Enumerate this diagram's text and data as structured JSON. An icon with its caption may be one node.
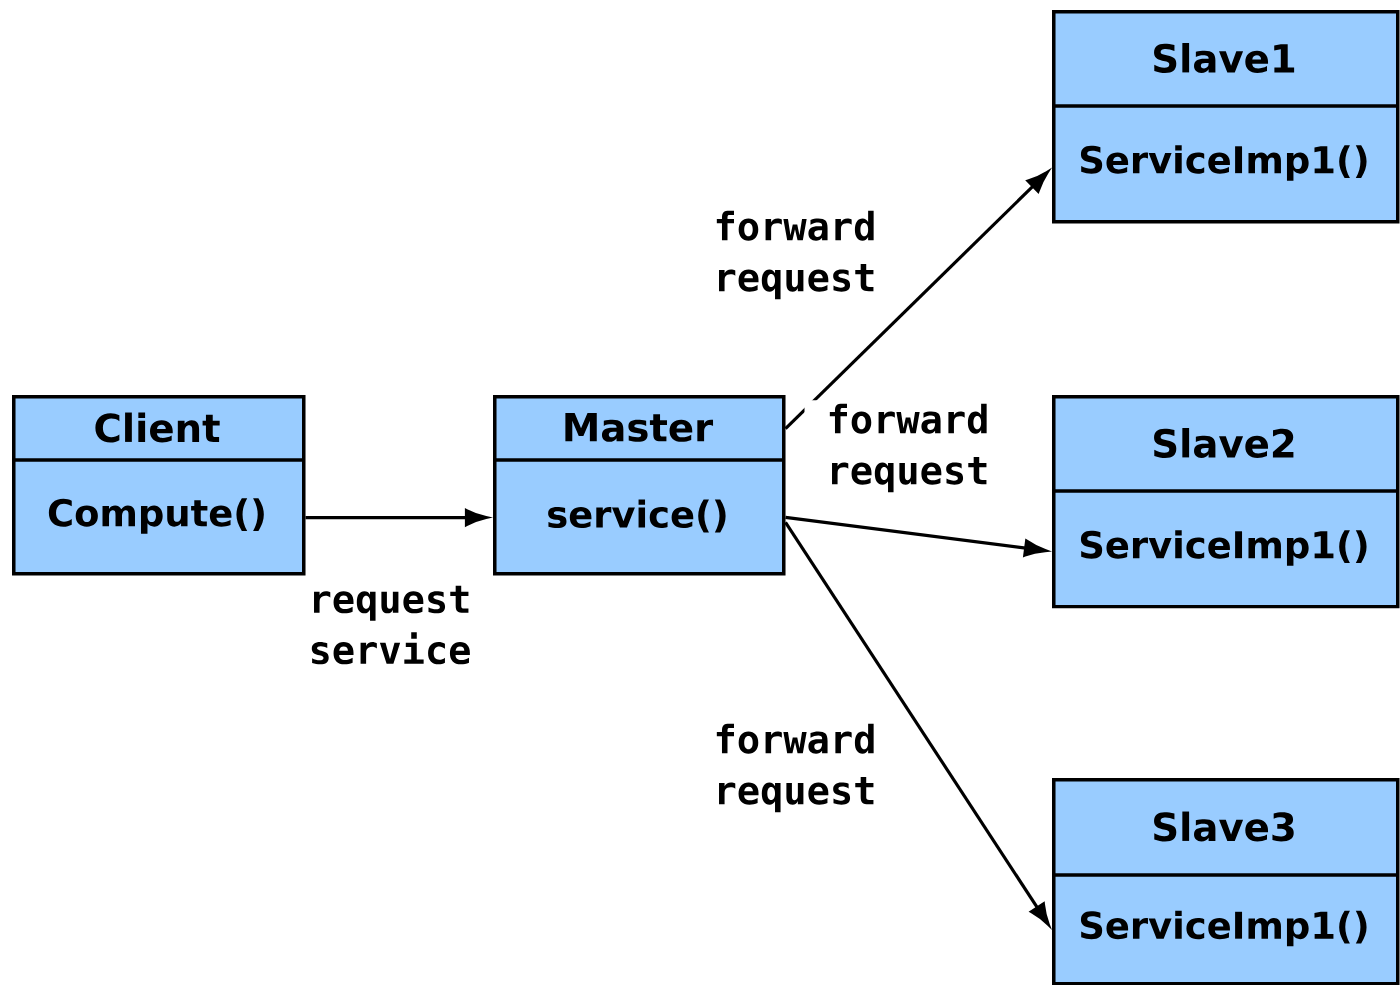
{
  "diagram": {
    "nodes": [
      {
        "text": [
          "Client",
          "Compute()"
        ]
      },
      {
        "text": [
          "Master",
          "service()"
        ]
      },
      {
        "text": [
          "Slave1",
          "ServiceImp1()"
        ]
      },
      {
        "text": [
          "Slave2",
          "ServiceImp1()"
        ]
      },
      {
        "text": [
          "Slave3",
          "ServiceImp1()"
        ]
      }
    ],
    "edges": [
      {
        "from": 0,
        "to": 1,
        "arrow": "to",
        "label": "request service"
      },
      {
        "from": 1,
        "to": 2,
        "arrow": "to",
        "label": "forward request"
      },
      {
        "from": 1,
        "to": 3,
        "arrow": "to",
        "label": "forward request"
      },
      {
        "from": 1,
        "to": 4,
        "arrow": "to",
        "label": "forward request"
      }
    ]
  }
}
